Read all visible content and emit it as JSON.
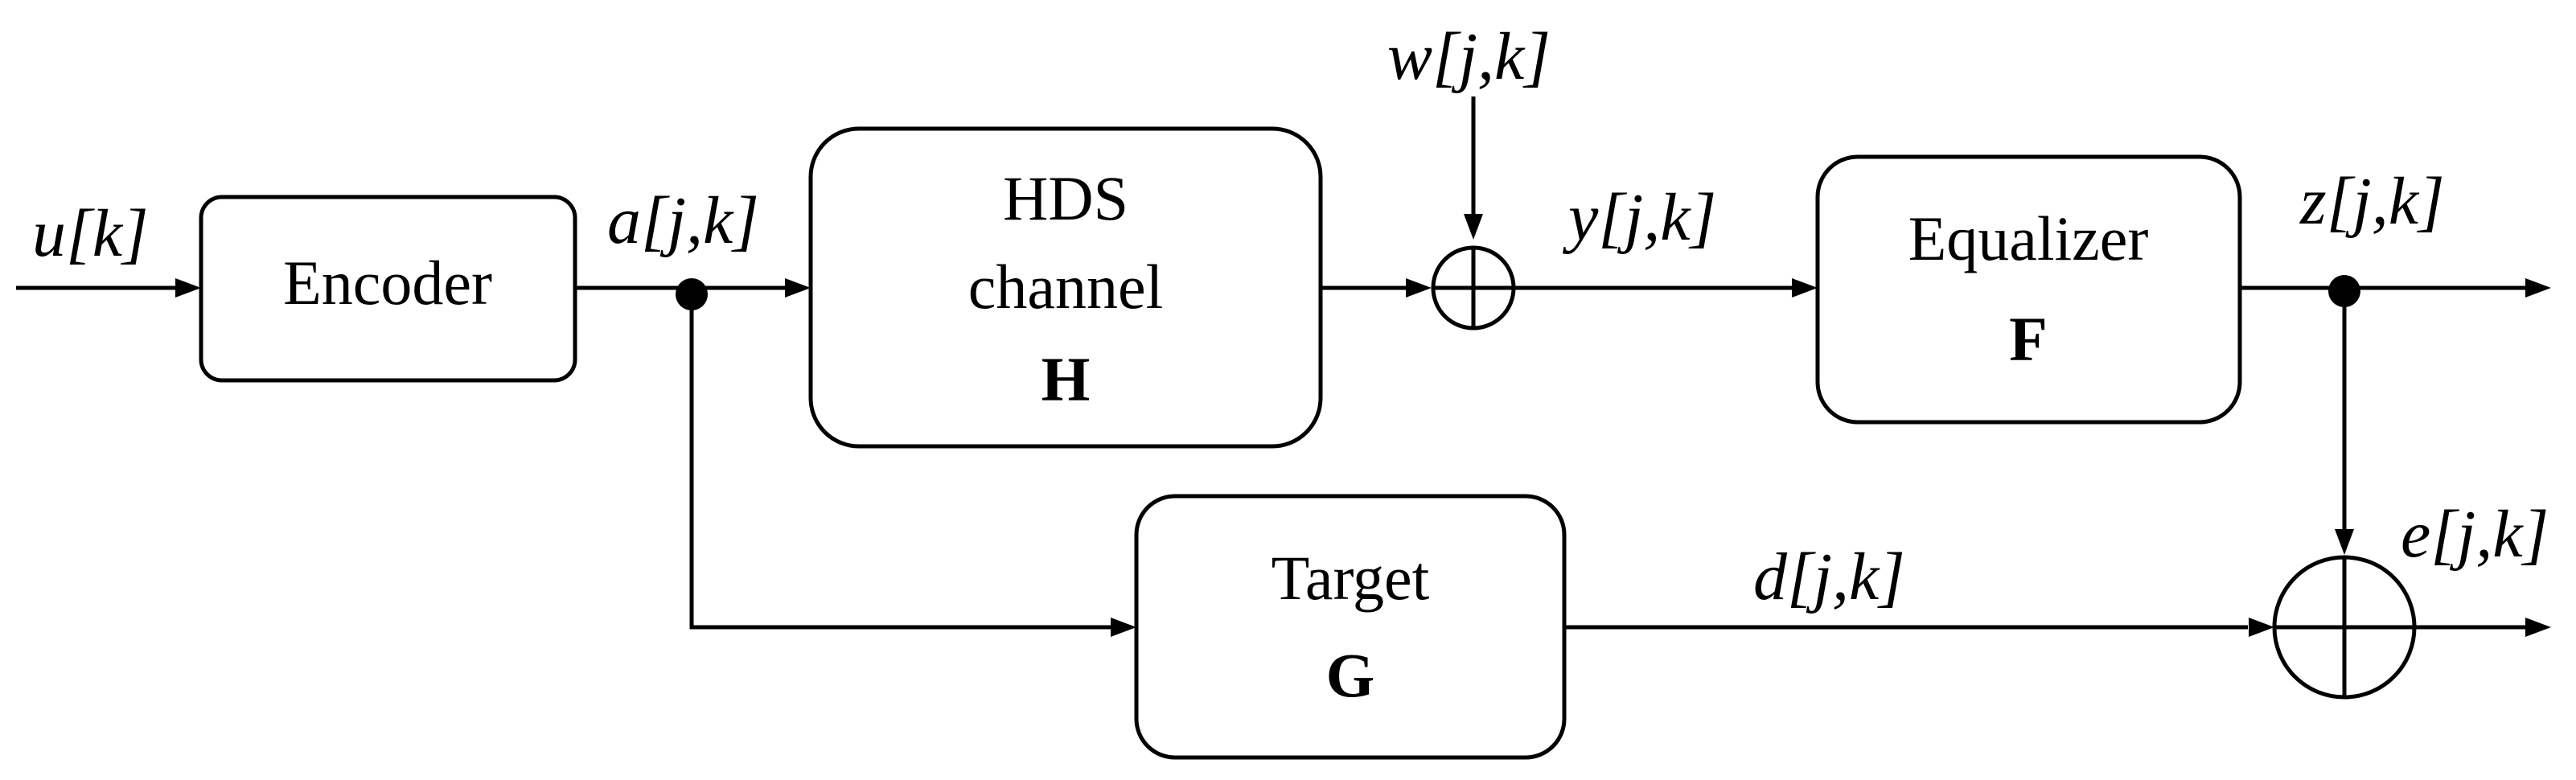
{
  "blocks": {
    "encoder": {
      "label": "Encoder"
    },
    "channel": {
      "line1": "HDS",
      "line2": "channel",
      "symbol": "H"
    },
    "equalizer": {
      "label": "Equalizer",
      "symbol": "F"
    },
    "target": {
      "label": "Target",
      "symbol": "G"
    }
  },
  "signals": {
    "input": "u[k]",
    "encoded": "a[j,k]",
    "noise": "w[j,k]",
    "received": "y[j,k]",
    "equalized": "z[j,k]",
    "desired": "d[j,k]",
    "error": "e[j,k]"
  }
}
